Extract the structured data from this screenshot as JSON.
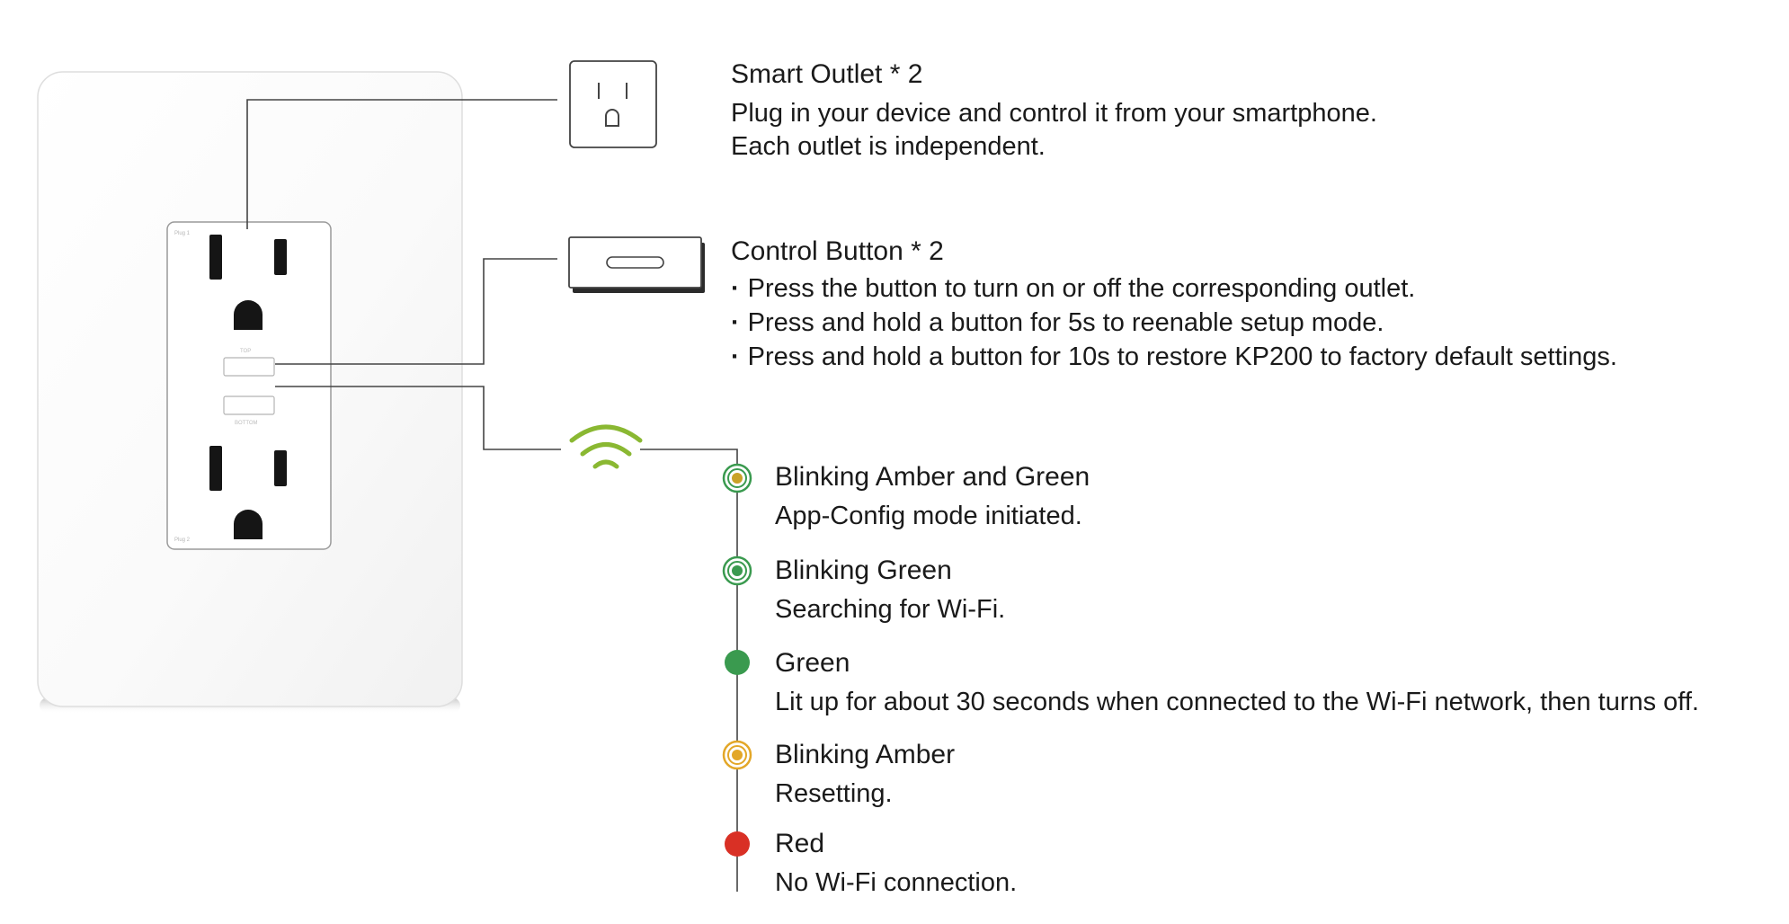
{
  "smart_outlet": {
    "title": "Smart Outlet * 2",
    "lines": [
      "Plug in your device and control it from your smartphone.",
      "Each outlet is independent."
    ]
  },
  "control_button": {
    "title": "Control Button * 2",
    "bullet": "·",
    "lines": [
      "Press the button to turn on or off the corresponding outlet.",
      "Press and hold a button for 5s to reenable setup mode.",
      "Press and hold a button for 10s to restore KP200 to factory default settings."
    ]
  },
  "device_labels": {
    "plug_1": "Plug 1",
    "plug_2": "Plug 2",
    "top": "TOP",
    "bottom": "BOTTOM"
  },
  "led_states": [
    {
      "title": "Blinking Amber and Green",
      "description": "App-Config mode initiated.",
      "style": "blinking",
      "color": "#c9a227",
      "ring": "#3a9a4f"
    },
    {
      "title": "Blinking Green",
      "description": "Searching for Wi-Fi.",
      "style": "blinking",
      "color": "#3a9a4f",
      "ring": "#3a9a4f"
    },
    {
      "title": "Green",
      "description": "Lit up for about 30 seconds when connected to the Wi-Fi network, then turns off.",
      "style": "solid",
      "color": "#3a9a4f",
      "ring": "#3a9a4f"
    },
    {
      "title": "Blinking Amber",
      "description": "Resetting.",
      "style": "blinking",
      "color": "#e3a728",
      "ring": "#e3a728"
    },
    {
      "title": "Red",
      "description": "No Wi-Fi connection.",
      "style": "solid",
      "color": "#d93025",
      "ring": "#d93025"
    }
  ],
  "colors": {
    "wifi_green": "#8ab832",
    "line": "#444444",
    "panel_border": "#d9d9d9"
  }
}
